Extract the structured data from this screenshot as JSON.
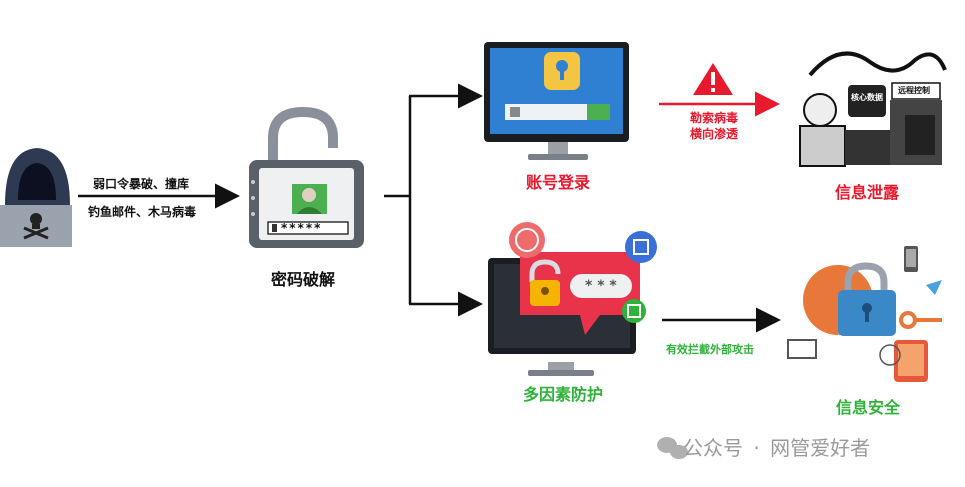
{
  "attack_methods": {
    "line1": "弱口令暴破、撞库",
    "line2": "钓鱼邮件、木马病毒"
  },
  "nodes": {
    "password_crack": "密码破解",
    "account_login": "账号登录",
    "info_leak": "信息泄露",
    "mfa": "多因素防护",
    "info_safe": "信息安全"
  },
  "threat_labels": {
    "line1": "勒索病毒",
    "line2": "横向渗透"
  },
  "intercept_label": "有效拦截外部攻击",
  "monitor_text": {
    "password_mask": "* * *",
    "screen_mask": "*****",
    "poster_label": "远程控制",
    "brain_label": "核心数据"
  },
  "watermark": {
    "dot": "·",
    "account": "公众号",
    "name": "网管爱好者"
  },
  "colors": {
    "red": "#e8192c",
    "green": "#2fb23a",
    "black": "#111111"
  }
}
